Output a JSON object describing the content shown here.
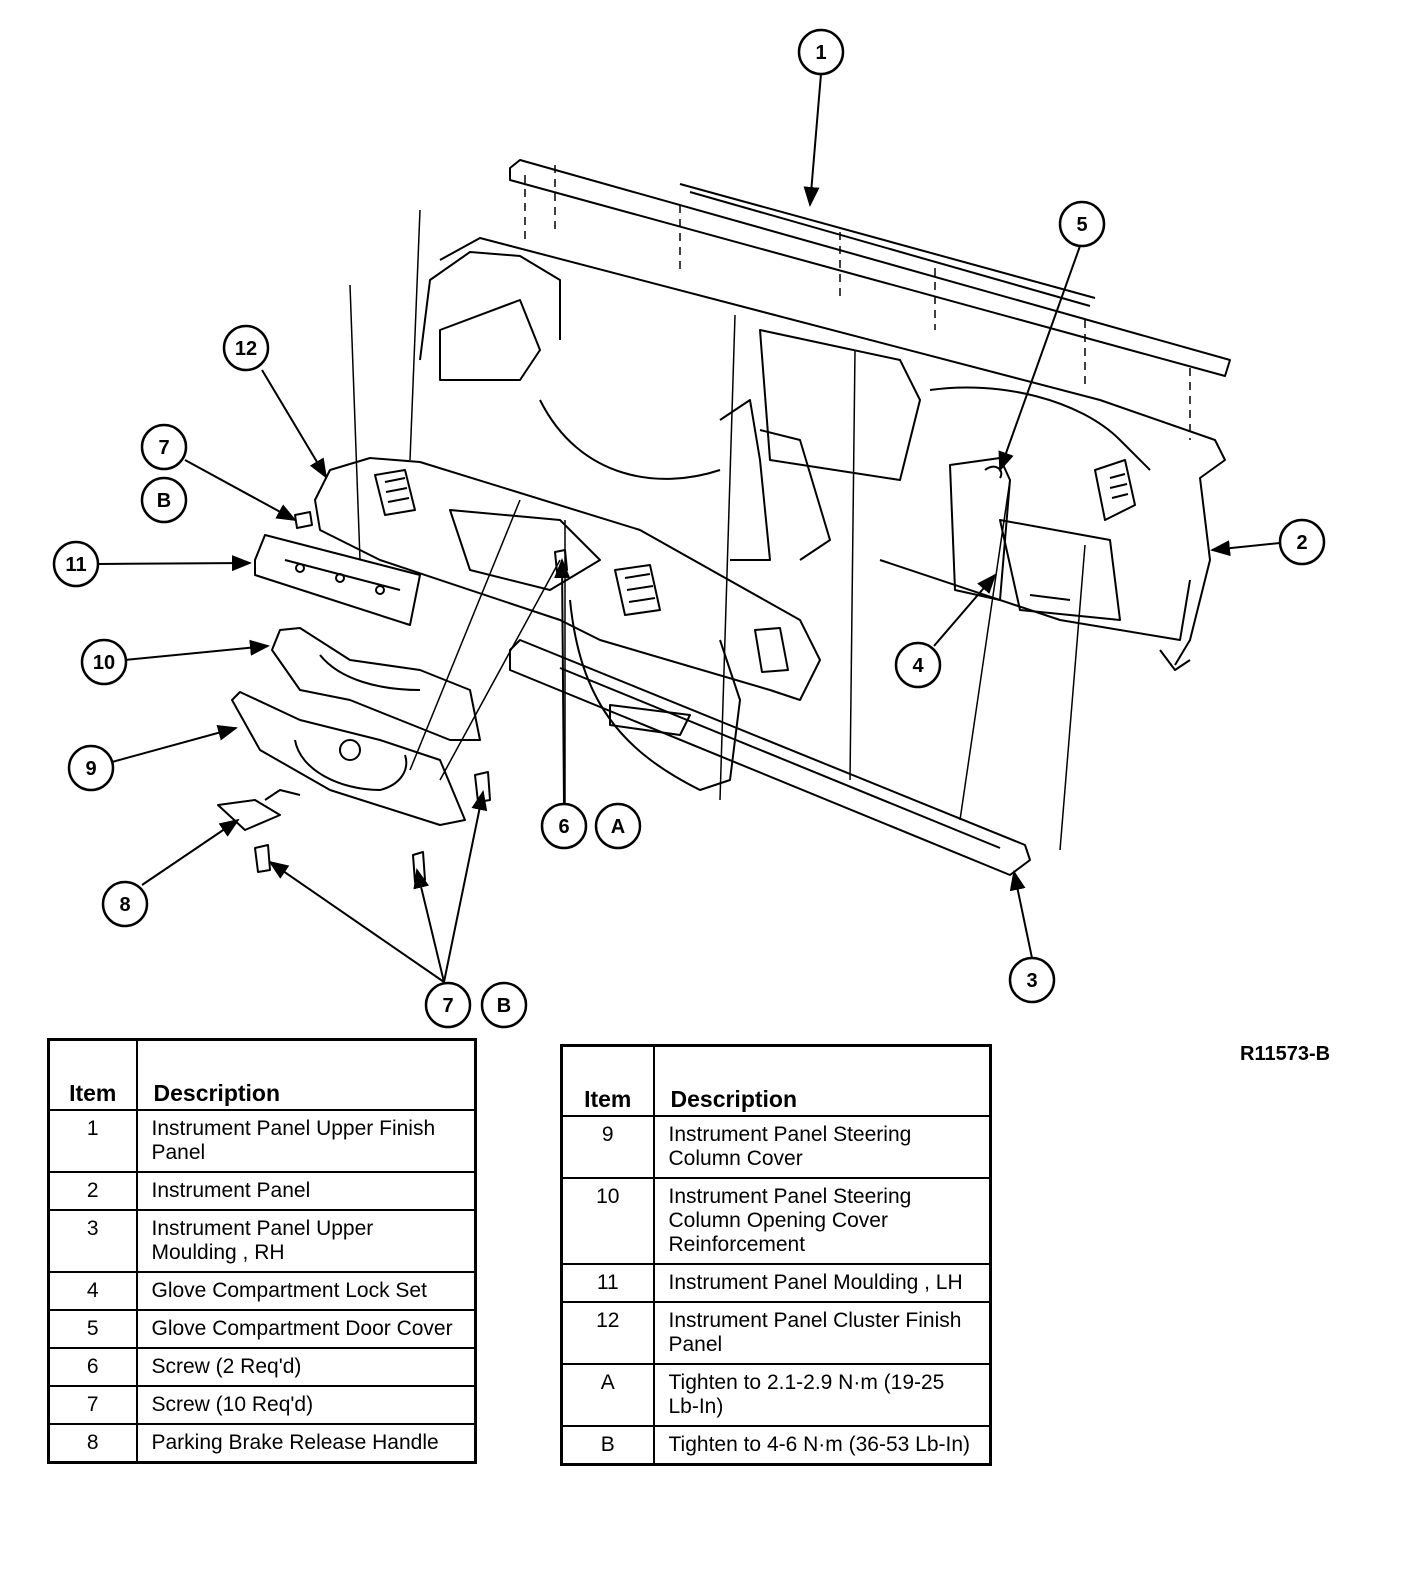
{
  "figure_id": "R11573-B",
  "callouts": {
    "c1": "1",
    "c2": "2",
    "c3": "3",
    "c4": "4",
    "c5": "5",
    "c6": "6",
    "c6a": "A",
    "c7top": "7",
    "c7topb": "B",
    "c7bot": "7",
    "c7botb": "B",
    "c8": "8",
    "c9": "9",
    "c10": "10",
    "c11": "11",
    "c12": "12"
  },
  "legend_left": {
    "header_item": "Item",
    "header_desc": "Description",
    "rows": [
      {
        "item": "1",
        "desc": "Instrument Panel Upper Finish Panel"
      },
      {
        "item": "2",
        "desc": "Instrument Panel"
      },
      {
        "item": "3",
        "desc": "Instrument Panel Upper Moulding , RH"
      },
      {
        "item": "4",
        "desc": "Glove Compartment Lock Set"
      },
      {
        "item": "5",
        "desc": "Glove Compartment Door Cover"
      },
      {
        "item": "6",
        "desc": "Screw (2 Req'd)"
      },
      {
        "item": "7",
        "desc": "Screw (10 Req'd)"
      },
      {
        "item": "8",
        "desc": "Parking Brake Release Handle"
      }
    ]
  },
  "legend_right": {
    "header_item": "Item",
    "header_desc": "Description",
    "rows": [
      {
        "item": "9",
        "desc": "Instrument Panel Steering Column Cover"
      },
      {
        "item": "10",
        "desc": "Instrument Panel Steering Column Opening Cover Reinforcement"
      },
      {
        "item": "11",
        "desc": "Instrument Panel Moulding , LH"
      },
      {
        "item": "12",
        "desc": "Instrument Panel Cluster Finish Panel"
      },
      {
        "item": "A",
        "desc": "Tighten to 2.1-2.9 N·m (19-25 Lb-In)"
      },
      {
        "item": "B",
        "desc": "Tighten to 4-6 N·m (36-53 Lb-In)"
      }
    ]
  }
}
